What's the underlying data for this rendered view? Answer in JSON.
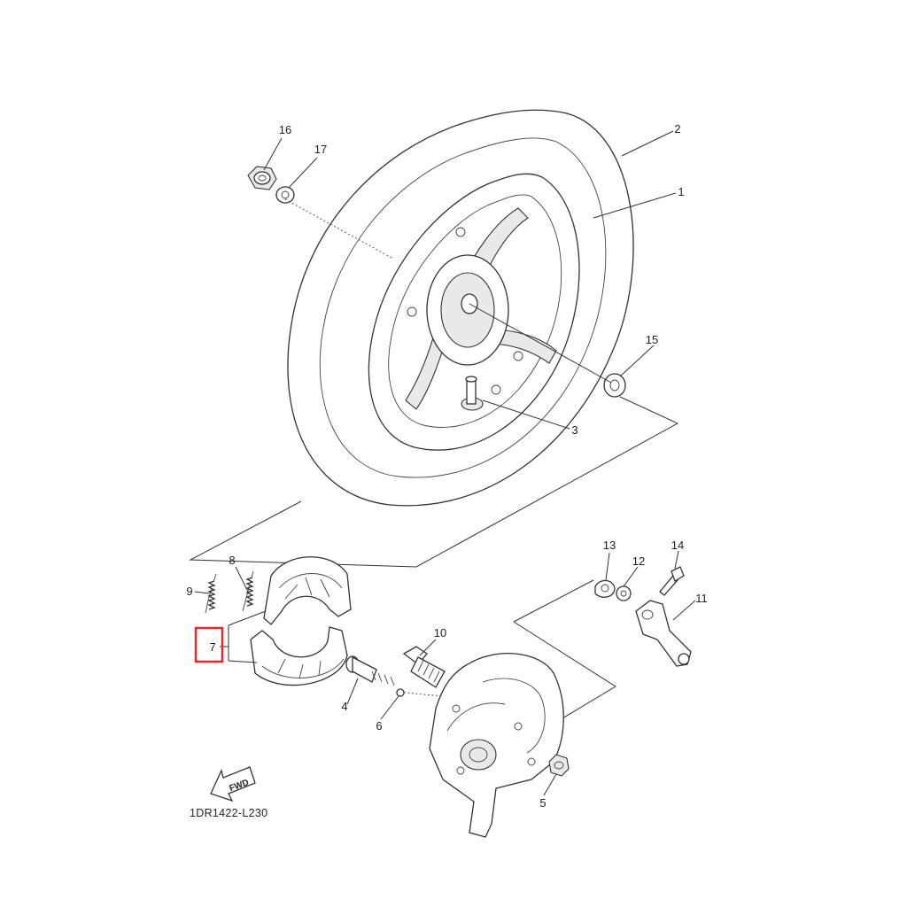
{
  "callouts": [
    {
      "id": "1",
      "text": "1"
    },
    {
      "id": "2",
      "text": "2"
    },
    {
      "id": "3",
      "text": "3"
    },
    {
      "id": "4",
      "text": "4"
    },
    {
      "id": "5",
      "text": "5"
    },
    {
      "id": "6",
      "text": "6"
    },
    {
      "id": "7",
      "text": "7"
    },
    {
      "id": "8",
      "text": "8"
    },
    {
      "id": "9",
      "text": "9"
    },
    {
      "id": "10",
      "text": "10"
    },
    {
      "id": "11",
      "text": "11"
    },
    {
      "id": "12",
      "text": "12"
    },
    {
      "id": "13",
      "text": "13"
    },
    {
      "id": "14",
      "text": "14"
    },
    {
      "id": "15",
      "text": "15"
    },
    {
      "id": "16",
      "text": "16"
    },
    {
      "id": "17",
      "text": "17"
    }
  ],
  "fwd_label": "FWD",
  "diagram_code": "1DR1422-L230",
  "highlight_color": "#e8232a",
  "highlighted_callout": "7"
}
